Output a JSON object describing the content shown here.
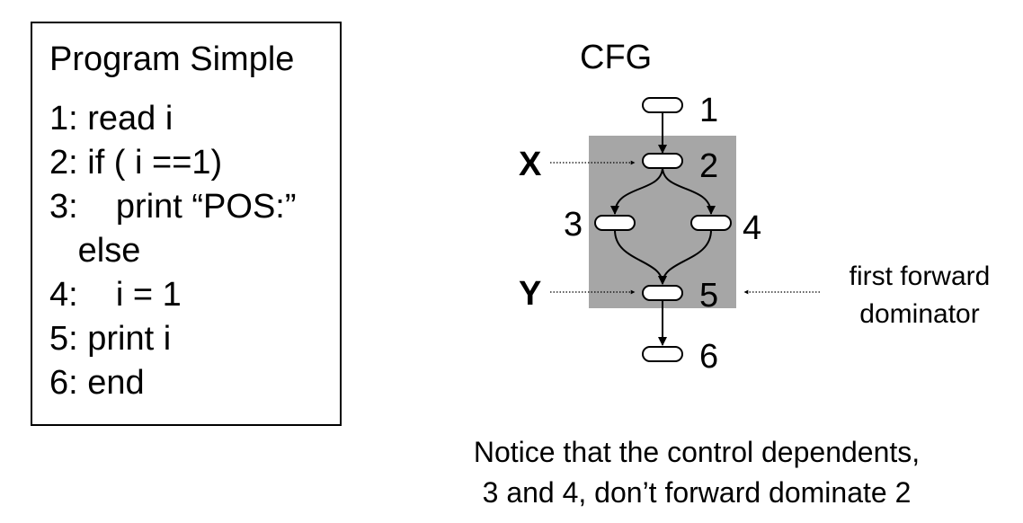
{
  "program": {
    "title": "Program Simple",
    "lines": [
      "1: read i",
      "2: if ( i ==1)",
      "3:    print “POS:”",
      "   else",
      "4:    i = 1",
      "5: print i",
      "6: end"
    ]
  },
  "cfg": {
    "title": "CFG",
    "nodes": [
      "1",
      "2",
      "3",
      "4",
      "5",
      "6"
    ],
    "marker_x": "X",
    "marker_y": "Y",
    "annotation_line1": "first forward",
    "annotation_line2": "dominator"
  },
  "notice": {
    "line1": "Notice that the control dependents,",
    "line2": "3 and 4, don’t forward dominate 2"
  },
  "colors": {
    "region_fill": "#a6a6a6",
    "line": "#000000",
    "node_fill": "#ffffff"
  }
}
